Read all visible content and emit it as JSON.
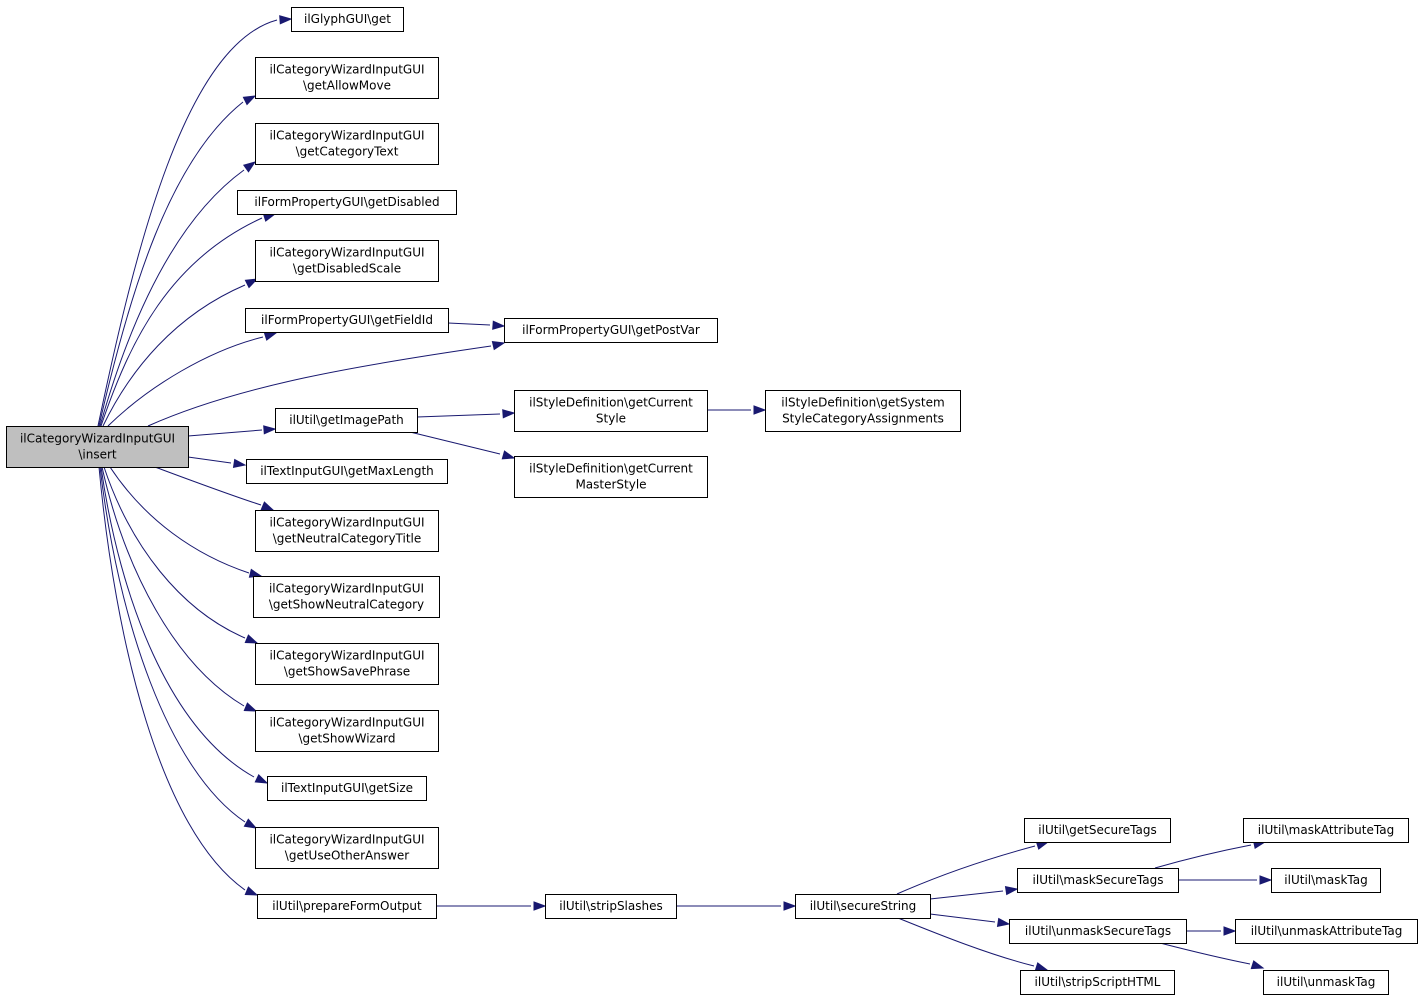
{
  "nodes": [
    {
      "id": "root",
      "lines": [
        "ilCategoryWizardInputGUI",
        "\\insert"
      ],
      "root": true
    },
    {
      "id": "n_glyph_get",
      "lines": [
        "ilGlyphGUI\\get"
      ]
    },
    {
      "id": "n_getAllowMove",
      "lines": [
        "ilCategoryWizardInputGUI",
        "\\getAllowMove"
      ]
    },
    {
      "id": "n_getCategoryText",
      "lines": [
        "ilCategoryWizardInputGUI",
        "\\getCategoryText"
      ]
    },
    {
      "id": "n_getDisabled",
      "lines": [
        "ilFormPropertyGUI\\getDisabled"
      ]
    },
    {
      "id": "n_getDisabledScale",
      "lines": [
        "ilCategoryWizardInputGUI",
        "\\getDisabledScale"
      ]
    },
    {
      "id": "n_getFieldId",
      "lines": [
        "ilFormPropertyGUI\\getFieldId"
      ]
    },
    {
      "id": "n_getPostVar",
      "lines": [
        "ilFormPropertyGUI\\getPostVar"
      ]
    },
    {
      "id": "n_getImagePath",
      "lines": [
        "ilUtil\\getImagePath"
      ]
    },
    {
      "id": "n_getCurrentStyle",
      "lines": [
        "ilStyleDefinition\\getCurrent",
        "Style"
      ]
    },
    {
      "id": "n_getSystemStyleCat",
      "lines": [
        "ilStyleDefinition\\getSystem",
        "StyleCategoryAssignments"
      ]
    },
    {
      "id": "n_getCurrentMasterStyle",
      "lines": [
        "ilStyleDefinition\\getCurrent",
        "MasterStyle"
      ]
    },
    {
      "id": "n_getMaxLength",
      "lines": [
        "ilTextInputGUI\\getMaxLength"
      ]
    },
    {
      "id": "n_getNeutralCategoryTitle",
      "lines": [
        "ilCategoryWizardInputGUI",
        "\\getNeutralCategoryTitle"
      ]
    },
    {
      "id": "n_getShowNeutralCategory",
      "lines": [
        "ilCategoryWizardInputGUI",
        "\\getShowNeutralCategory"
      ]
    },
    {
      "id": "n_getShowSavePhrase",
      "lines": [
        "ilCategoryWizardInputGUI",
        "\\getShowSavePhrase"
      ]
    },
    {
      "id": "n_getShowWizard",
      "lines": [
        "ilCategoryWizardInputGUI",
        "\\getShowWizard"
      ]
    },
    {
      "id": "n_getSize",
      "lines": [
        "ilTextInputGUI\\getSize"
      ]
    },
    {
      "id": "n_getUseOtherAnswer",
      "lines": [
        "ilCategoryWizardInputGUI",
        "\\getUseOtherAnswer"
      ]
    },
    {
      "id": "n_prepareFormOutput",
      "lines": [
        "ilUtil\\prepareFormOutput"
      ]
    },
    {
      "id": "n_stripSlashes",
      "lines": [
        "ilUtil\\stripSlashes"
      ]
    },
    {
      "id": "n_secureString",
      "lines": [
        "ilUtil\\secureString"
      ]
    },
    {
      "id": "n_getSecureTags",
      "lines": [
        "ilUtil\\getSecureTags"
      ]
    },
    {
      "id": "n_maskSecureTags",
      "lines": [
        "ilUtil\\maskSecureTags"
      ]
    },
    {
      "id": "n_unmaskSecureTags",
      "lines": [
        "ilUtil\\unmaskSecureTags"
      ]
    },
    {
      "id": "n_stripScriptHTML",
      "lines": [
        "ilUtil\\stripScriptHTML"
      ]
    },
    {
      "id": "n_maskAttributeTag",
      "lines": [
        "ilUtil\\maskAttributeTag"
      ]
    },
    {
      "id": "n_maskTag",
      "lines": [
        "ilUtil\\maskTag"
      ]
    },
    {
      "id": "n_unmaskAttributeTag",
      "lines": [
        "ilUtil\\unmaskAttributeTag"
      ]
    },
    {
      "id": "n_unmaskTag",
      "lines": [
        "ilUtil\\unmaskTag"
      ]
    }
  ],
  "edges": [
    [
      "root",
      "n_glyph_get"
    ],
    [
      "root",
      "n_getAllowMove"
    ],
    [
      "root",
      "n_getCategoryText"
    ],
    [
      "root",
      "n_getDisabled"
    ],
    [
      "root",
      "n_getDisabledScale"
    ],
    [
      "root",
      "n_getFieldId"
    ],
    [
      "root",
      "n_getPostVar"
    ],
    [
      "root",
      "n_getImagePath"
    ],
    [
      "root",
      "n_getMaxLength"
    ],
    [
      "root",
      "n_getNeutralCategoryTitle"
    ],
    [
      "root",
      "n_getShowNeutralCategory"
    ],
    [
      "root",
      "n_getShowSavePhrase"
    ],
    [
      "root",
      "n_getShowWizard"
    ],
    [
      "root",
      "n_getSize"
    ],
    [
      "root",
      "n_getUseOtherAnswer"
    ],
    [
      "root",
      "n_prepareFormOutput"
    ],
    [
      "n_getFieldId",
      "n_getPostVar"
    ],
    [
      "n_getImagePath",
      "n_getCurrentStyle"
    ],
    [
      "n_getImagePath",
      "n_getCurrentMasterStyle"
    ],
    [
      "n_getCurrentStyle",
      "n_getSystemStyleCat"
    ],
    [
      "n_prepareFormOutput",
      "n_stripSlashes"
    ],
    [
      "n_stripSlashes",
      "n_secureString"
    ],
    [
      "n_secureString",
      "n_getSecureTags"
    ],
    [
      "n_secureString",
      "n_maskSecureTags"
    ],
    [
      "n_secureString",
      "n_unmaskSecureTags"
    ],
    [
      "n_secureString",
      "n_stripScriptHTML"
    ],
    [
      "n_maskSecureTags",
      "n_maskAttributeTag"
    ],
    [
      "n_maskSecureTags",
      "n_maskTag"
    ],
    [
      "n_unmaskSecureTags",
      "n_unmaskAttributeTag"
    ],
    [
      "n_unmaskSecureTags",
      "n_unmaskTag"
    ]
  ]
}
